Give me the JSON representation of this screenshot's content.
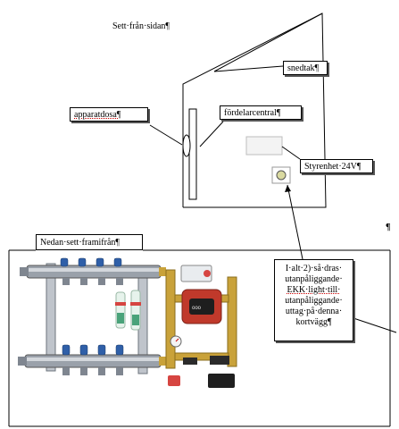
{
  "top_view": {
    "title": "Sett·från·sidan¶",
    "callouts": {
      "snedtak": "snedtak¶",
      "apparatdosa": "apparatdosa¶",
      "fordelarcentral": "fördelarcentral¶",
      "styrenhet": "Styrenhet·24V¶"
    }
  },
  "side_mark": "¶",
  "bottom_view": {
    "title": "Nedan·sett·framifrån¶",
    "note_lines": [
      "I·alt·2)·så·dras·",
      "utanpåliggande·",
      "EKK·light·till·",
      "utanpåliggande·",
      "uttag·på·denna·",
      "kortvägg¶"
    ]
  },
  "colors": {
    "brass": "#c9a23a",
    "pump_red": "#c0392b",
    "steel": "#8a9099",
    "blue_cap": "#2f5fa8",
    "green_glass": "#4aa37a"
  }
}
